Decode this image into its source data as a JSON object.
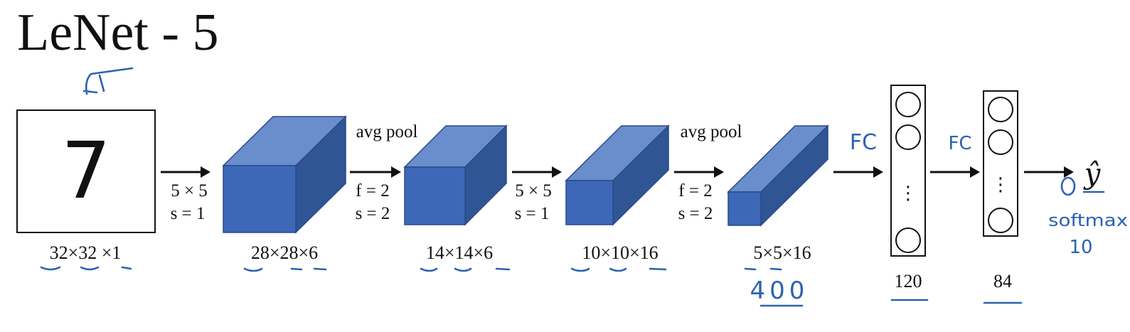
{
  "title": "LeNet - 5",
  "input": {
    "digit": "7",
    "dims": "32×32 ×1"
  },
  "ops": {
    "conv1": {
      "kernel": "5 × 5",
      "stride": "s = 1"
    },
    "pool1": {
      "name": "avg pool",
      "filter": "f = 2",
      "stride": "s = 2"
    },
    "conv2": {
      "kernel": "5 × 5",
      "stride": "s = 1"
    },
    "pool2": {
      "name": "avg pool",
      "filter": "f = 2",
      "stride": "s = 2"
    }
  },
  "volumes": [
    {
      "dims": "28×28×6"
    },
    {
      "dims": "14×14×6"
    },
    {
      "dims": "10×10×16"
    },
    {
      "dims": "5×5×16"
    }
  ],
  "fc_layers": [
    {
      "units": "120",
      "hand_label": "FC",
      "dots": "⋮"
    },
    {
      "units": "84",
      "hand_label": "FC",
      "dots": "⋮"
    }
  ],
  "output": {
    "symbol": "ŷ"
  },
  "handwritten": {
    "flatten": "400",
    "softmax": "softmax",
    "classes": "10"
  },
  "colors": {
    "volume": "#3d68b8",
    "ink": "#2b62b0"
  }
}
